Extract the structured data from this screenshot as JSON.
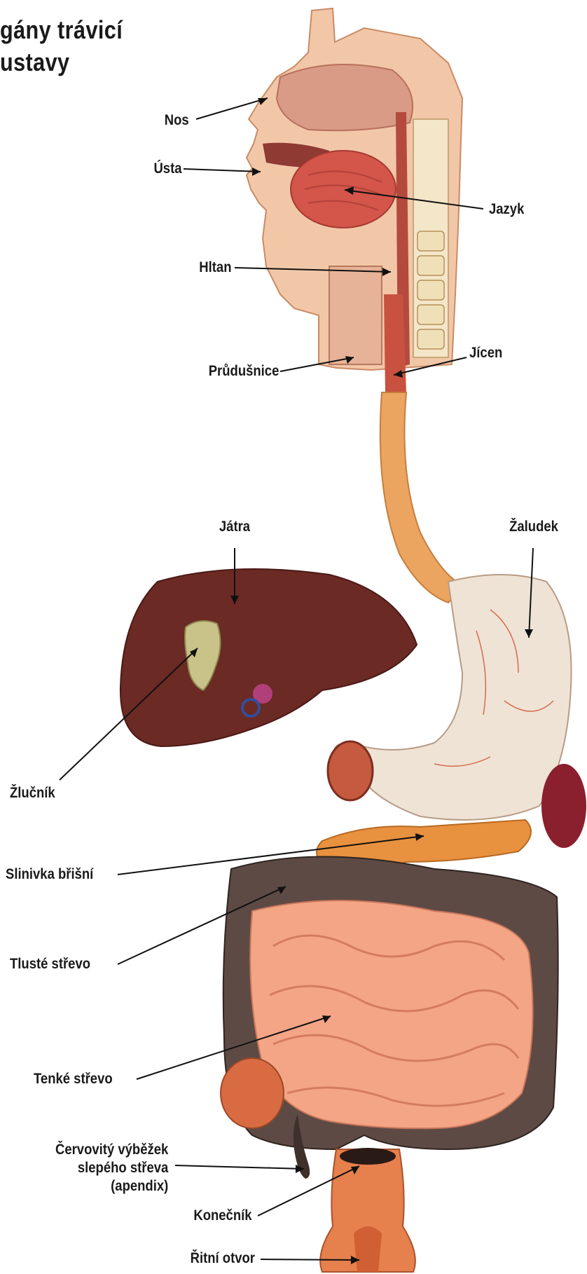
{
  "title": {
    "line1": "gány trávicí",
    "line2": "ustavy"
  },
  "labels": {
    "nos": "Nos",
    "usta": "Ústa",
    "jazyk": "Jazyk",
    "hltan": "Hltan",
    "prudusnice": "Průdušnice",
    "jicen": "Jícen",
    "jatra": "Játra",
    "zaludek": "Žaludek",
    "zlucnik": "Žlučník",
    "slinivka": "Slinivka břišní",
    "tluste": "Tlusté střevo",
    "tenke": "Tenké střevo",
    "apendix_1": "Červovitý výběžek",
    "apendix_2": "slepého střeva",
    "apendix_3": "(apendix)",
    "konecnik": "Konečník",
    "ritni": "Řitní otvor"
  },
  "colors": {
    "liver": "#6b2a24",
    "stomach": "#efe3d6",
    "esophagus": "#eba560",
    "colon": "#5e4a44",
    "small_intestine": "#f3a586",
    "rectum": "#e6804c",
    "head": "#e8a98a",
    "tongue": "#d4554a"
  }
}
